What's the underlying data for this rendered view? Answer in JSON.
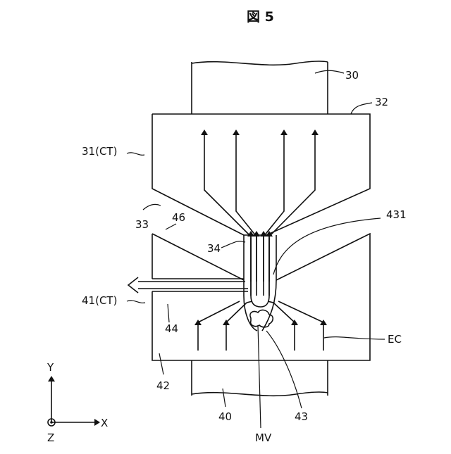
{
  "figure": {
    "title": "図 5",
    "labels": {
      "l30": "30",
      "l32": "32",
      "l31": "31(CT)",
      "l33": "33",
      "l46": "46",
      "l34": "34",
      "l431": "431",
      "l41": "41(CT)",
      "l44": "44",
      "lEC": "EC",
      "l42": "42",
      "l40": "40",
      "l43": "43",
      "lMV": "MV"
    },
    "axes": {
      "y": "Y",
      "x": "X",
      "z": "Z"
    }
  }
}
